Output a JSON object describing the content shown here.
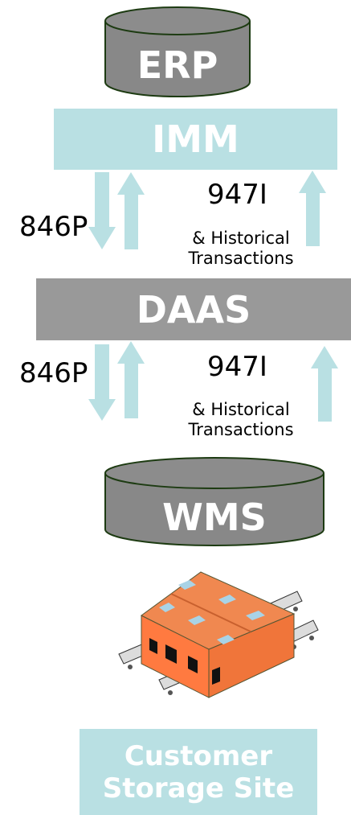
{
  "nodes": {
    "erp": {
      "label": "ERP"
    },
    "imm": {
      "label": "IMM"
    },
    "daas": {
      "label": "DAAS"
    },
    "wms": {
      "label": "WMS"
    },
    "site": {
      "line1": "Customer",
      "line2": "Storage Site"
    }
  },
  "flows": {
    "upper_down_label": "846P",
    "upper_up_label": "947I",
    "upper_note_line1": "& Historical",
    "upper_note_line2": "Transactions",
    "lower_down_label": "846P",
    "lower_up_label": "947I",
    "lower_note_line1": "& Historical",
    "lower_note_line2": "Transactions"
  },
  "colors": {
    "band_light": "#b9e0e3",
    "band_gray": "#999999",
    "cylinder": "#888888",
    "cylinder_outline": "#1d3b12",
    "arrow": "#b9e0e3",
    "building_roof": "#f08850",
    "building_wall": "#ff7a40"
  }
}
